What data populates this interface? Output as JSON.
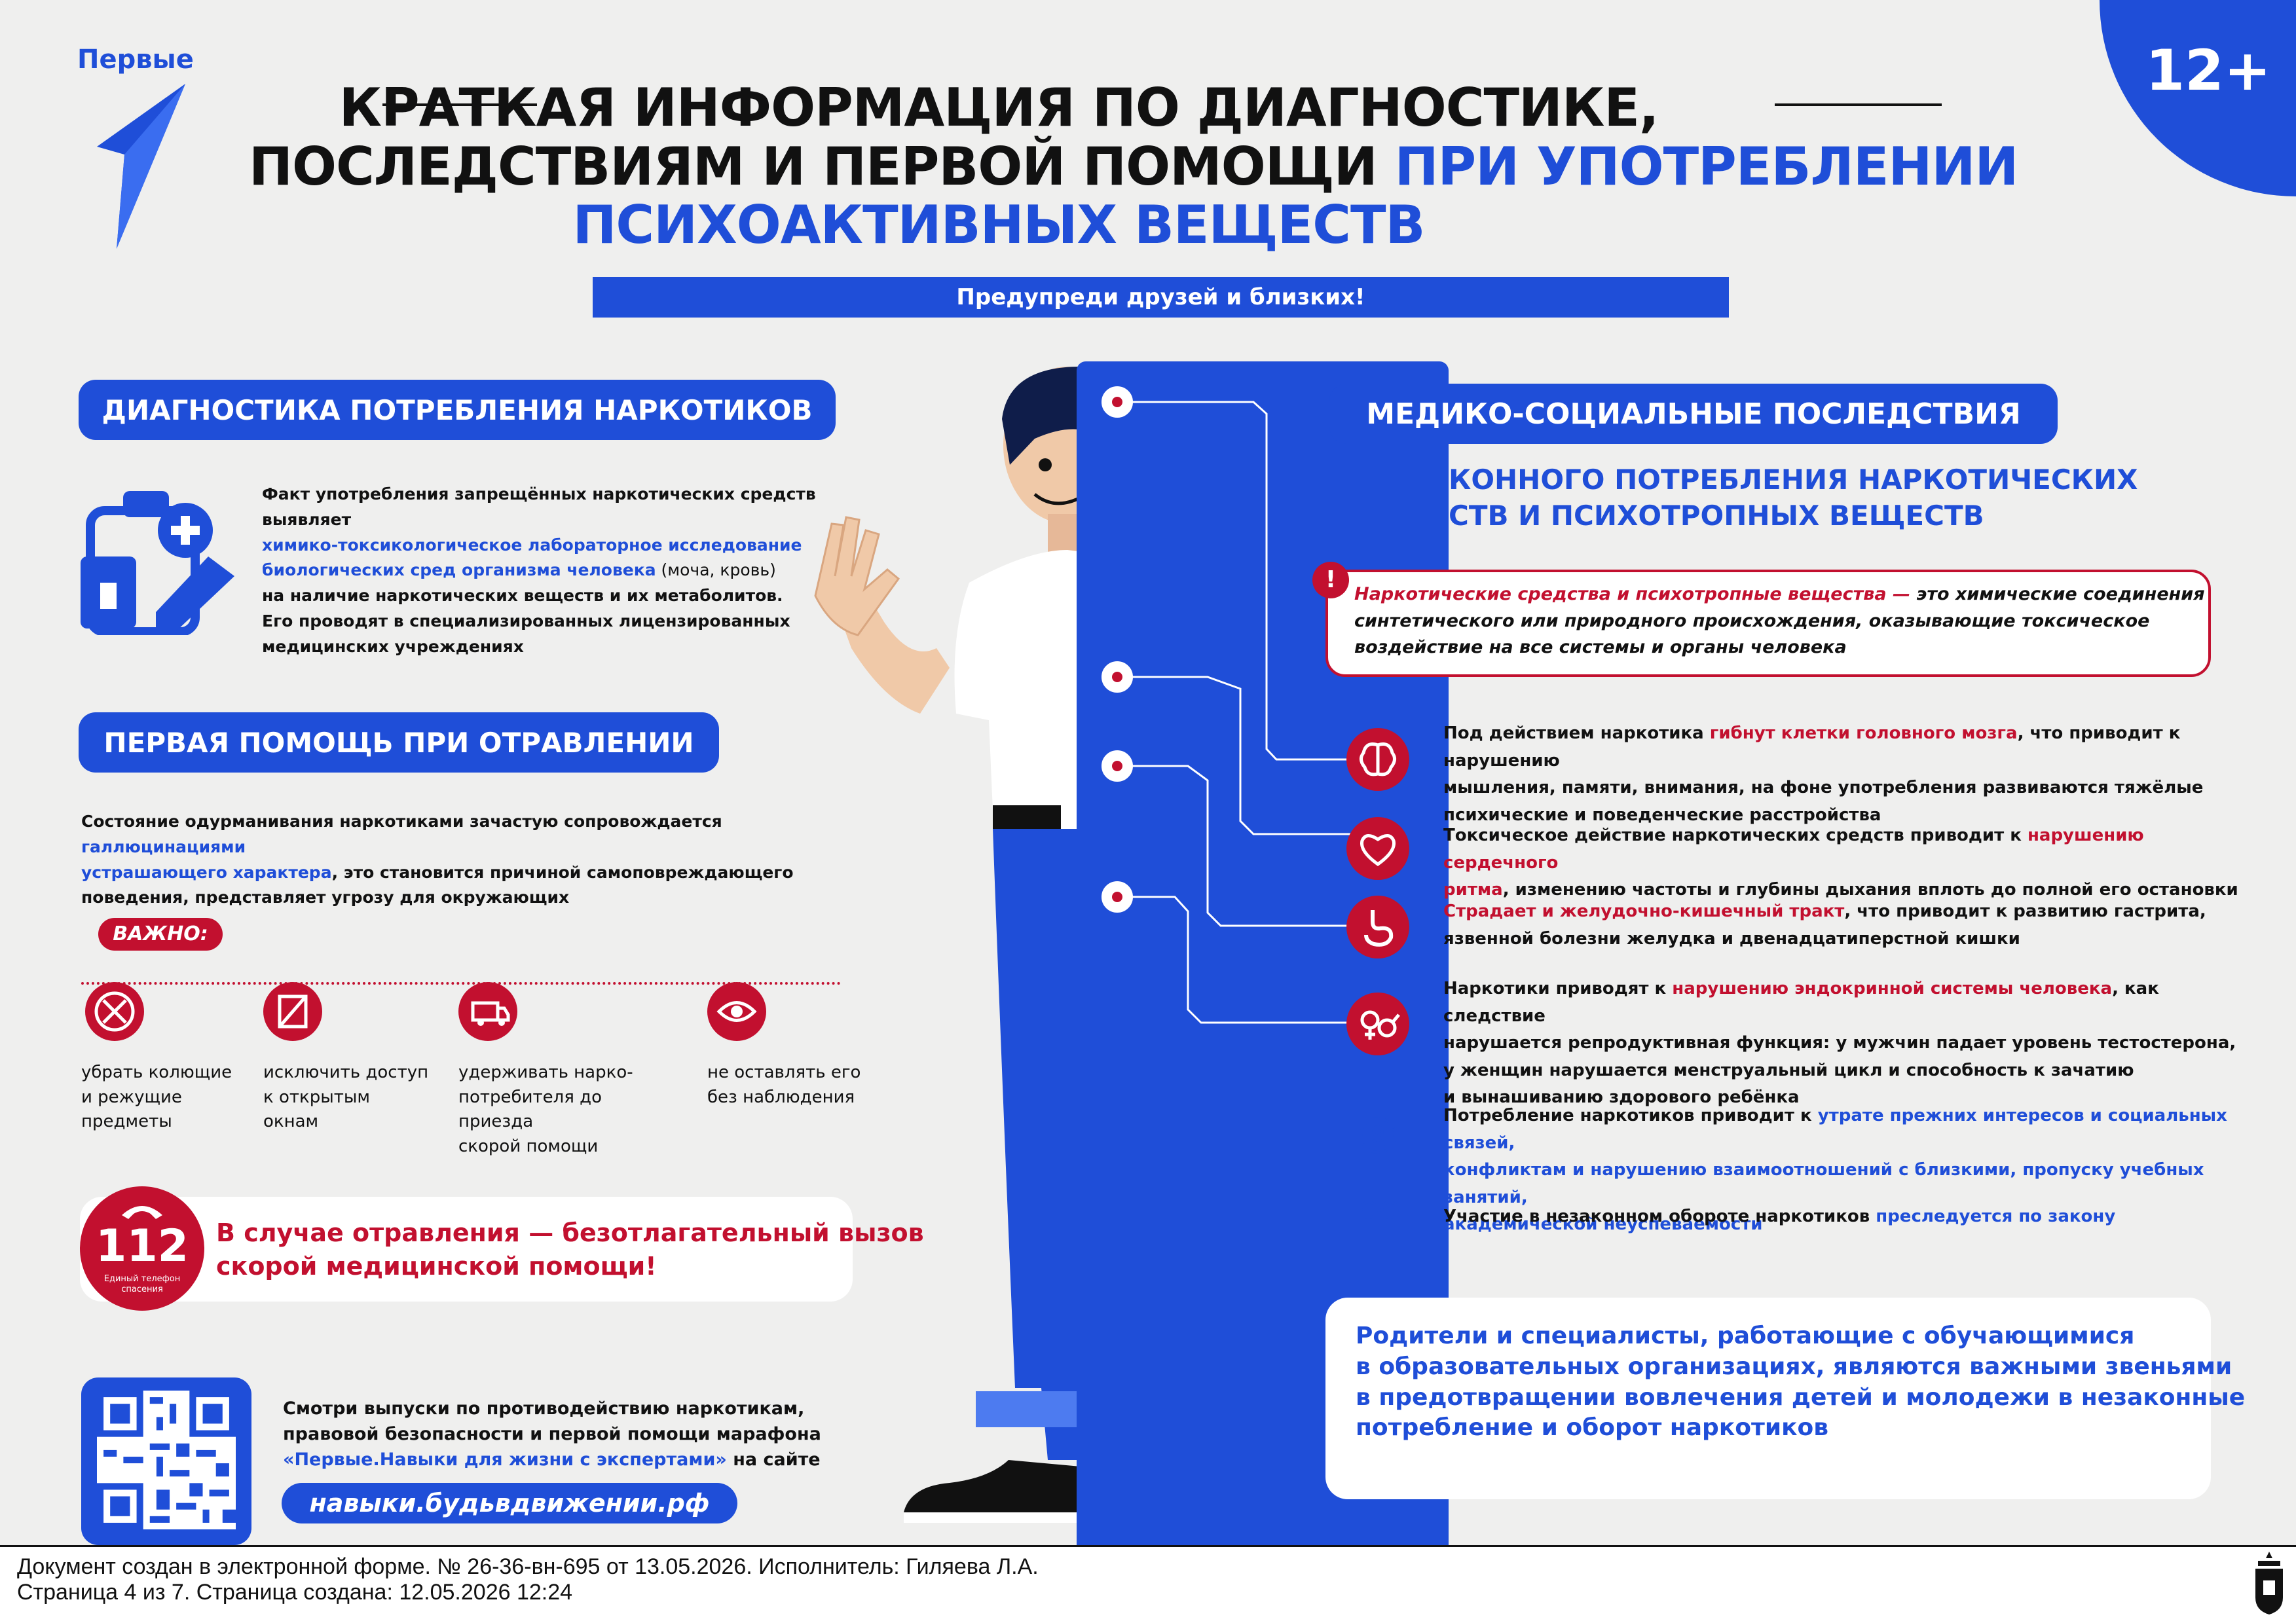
{
  "logo": {
    "word": "Первые"
  },
  "age_rating": "12+",
  "title": {
    "line1": "КРАТКАЯ ИНФОРМАЦИЯ ПО ДИАГНОСТИКЕ,",
    "line2_black": "ПОСЛЕДСТВИЯМ И ПЕРВОЙ ПОМОЩИ ",
    "line2_blue": "ПРИ УПОТРЕБЛЕНИИ",
    "line3_blue": "ПСИХОАКТИВНЫХ ВЕЩЕСТВ"
  },
  "banner": "Предупреди друзей и близких!",
  "diagnostics": {
    "heading": "ДИАГНОСТИКА ПОТРЕБЛЕНИЯ НАРКОТИКОВ",
    "p1": "Факт употребления запрещённых наркотических средств выявляет",
    "p2_blue": "химико-токсикологическое лабораторное исследование",
    "p3_blue": "биологических сред организма человека",
    "p3_black": " (моча, кровь)",
    "p4": "на наличие наркотических веществ и их метаболитов.",
    "p5": "Его проводят в специализированных лицензированных",
    "p6": "медицинских учреждениях"
  },
  "first_aid": {
    "heading": "ПЕРВАЯ ПОМОЩЬ ПРИ ОТРАВЛЕНИИ",
    "p1_black": "Состояние одурманивания наркотиками зачастую сопровождается ",
    "p1_blue": "галлюцинациями",
    "p2_blue": "устрашающего характера",
    "p2_black": ", это становится причиной самоповреждающего",
    "p3": "поведения, представляет угрозу для окружающих",
    "important_label": "ВАЖНО:",
    "tips": [
      {
        "icon": "scissors-icon",
        "l1": "убрать колющие",
        "l2": "и режущие",
        "l3": "предметы"
      },
      {
        "icon": "window-icon",
        "l1": "исключить доступ",
        "l2": "к открытым",
        "l3": "окнам"
      },
      {
        "icon": "ambulance-icon",
        "l1": "удерживать нарко-",
        "l2": "потребителя до приезда",
        "l3": "скорой помощи"
      },
      {
        "icon": "eye-icon",
        "l1": "не оставлять его",
        "l2": "без наблюдения",
        "l3": ""
      }
    ]
  },
  "emergency": {
    "number": "112",
    "caption1": "Единый телефон",
    "caption2": "спасения",
    "text1": "В случае отравления — безотлагательный вызов",
    "text2": "скорой медицинской помощи!"
  },
  "qr_block": {
    "l1": "Смотри выпуски по противодействию наркотикам,",
    "l2": "правовой безопасности и первой помощи марафона",
    "l3_blue": "«Первые.Навыки для жизни с экспертами»",
    "l3_black": " на сайте",
    "site": "навыки.будьвдвижении.рф"
  },
  "consequences": {
    "heading": "МЕДИКО-СОЦИАЛЬНЫЕ ПОСЛЕДСТВИЯ",
    "sub1": "КОННОГО ПОТРЕБЛЕНИЯ НАРКОТИЧЕСКИХ",
    "sub2": "СТВ И ПСИХОТРОПНЫХ ВЕЩЕСТВ",
    "definition_red": "Наркотические средства и психотропные вещества —",
    "definition_1": " это химические соединения",
    "definition_2": "синтетического или природного происхождения, оказывающие токсическое",
    "definition_3": "воздействие на все системы и органы человека",
    "items": [
      {
        "icon": "brain-icon",
        "a": "Под действием наркотика ",
        "h": "гибнут клетки головного мозга",
        "b": ", что приводит к нарушению",
        "l2": "мышления, памяти, внимания, на фоне употребления развиваются тяжёлые",
        "l3": "психические и поведенческие расстройства",
        "l4": ""
      },
      {
        "icon": "heart-icon",
        "a": "Токсическое действие наркотических средств приводит к ",
        "h": "нарушению сердечного",
        "b": "",
        "l2h": "ритма",
        "l2": ", изменению частоты и глубины дыхания вплоть до полной его остановки",
        "l3": "",
        "l4": ""
      },
      {
        "icon": "stomach-icon",
        "a": "",
        "h": "Страдает и желудочно-кишечный тракт",
        "b": ", что приводит к развитию гастрита,",
        "l2": "язвенной болезни желудка и двенадцатиперстной кишки",
        "l3": "",
        "l4": ""
      },
      {
        "icon": "gender-icon",
        "a": "Наркотики приводят к ",
        "h": "нарушению эндокринной системы человека",
        "b": ", как следствие",
        "l2": "нарушается репродуктивная функция: у мужчин падает уровень тестостерона,",
        "l3": "у женщин нарушается менструальный цикл и способность к зачатию",
        "l4": "и вынашиванию здорового ребёнка"
      }
    ],
    "social": {
      "a": "Потребление наркотиков приводит к ",
      "h1": "утрате прежних интересов и социальных связей,",
      "h2": "конфликтам и нарушению взаимоотношений с близкими, пропуску учебных занятий,",
      "h3": "академической неуспеваемости"
    },
    "law": {
      "a": "Участие в незаконном обороте наркотиков ",
      "h": "преследуется по закону"
    }
  },
  "parents_card": {
    "l1": "Родители и специалисты, работающие с обучающимися",
    "l2": "в образовательных организациях, являются важными звеньями",
    "l3": "в предотвращении вовлечения детей и молодежи в незаконные",
    "l4": "потребление и оборот наркотиков"
  },
  "footer": {
    "line1": "Документ создан в электронной форме. № 26-36-вн-695 от 13.05.2026. Исполнитель: Гиляева Л.А.",
    "line2": "Страница 4 из 7. Страница создана: 12.05.2026 12:24"
  },
  "colors": {
    "blue": "#1f4ed8",
    "red": "#c2102f",
    "background": "#efefee"
  }
}
